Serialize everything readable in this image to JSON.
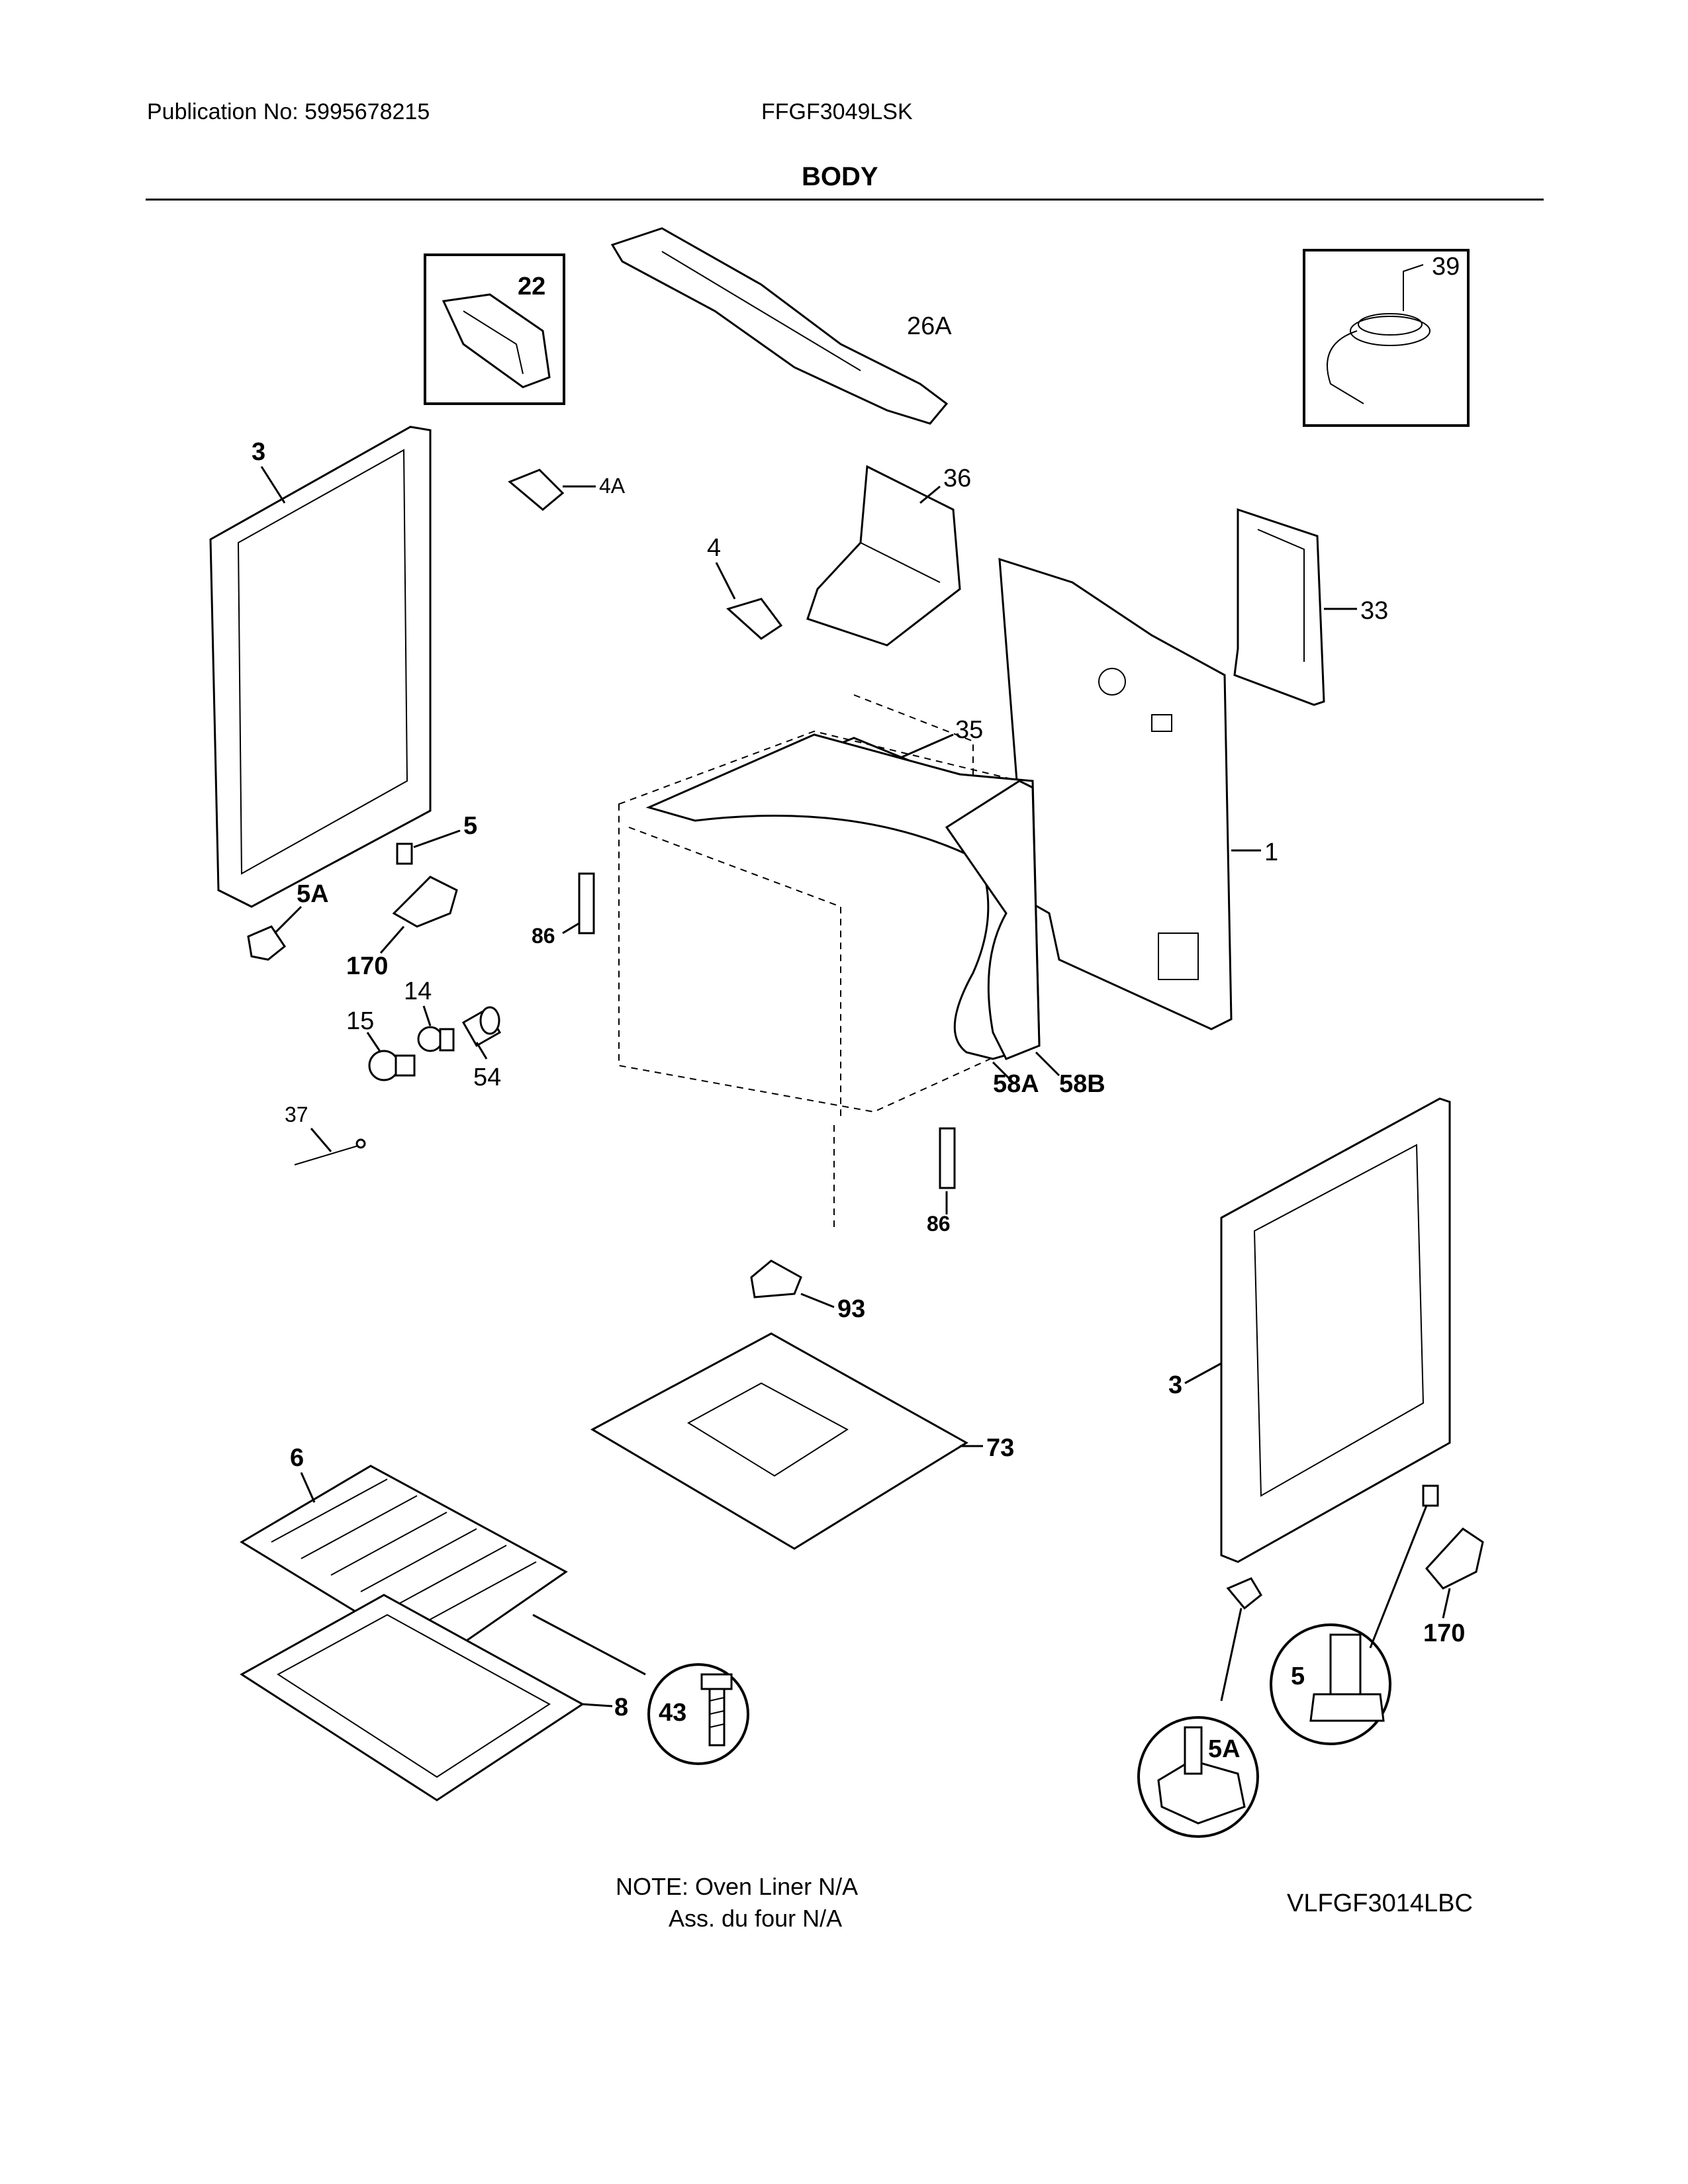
{
  "header": {
    "publication": "Publication No: 5995678215",
    "model": "FFGF3049LSK"
  },
  "title": "BODY",
  "labels": {
    "p22": "22",
    "p26A": "26A",
    "p39": "39",
    "p3_left": "3",
    "p4A": "4A",
    "p36": "36",
    "p4": "4",
    "p33": "33",
    "p35": "35",
    "p1": "1",
    "p5_left": "5",
    "p5A_left": "5A",
    "p170_left": "170",
    "p86_left": "86",
    "p14": "14",
    "p15": "15",
    "p54": "54",
    "p37": "37",
    "p58A": "58A",
    "p58B": "58B",
    "p86_right": "86",
    "p93": "93",
    "p73": "73",
    "p3_right": "3",
    "p6": "6",
    "p43": "43",
    "p8": "8",
    "p170_right": "170",
    "p5_right": "5",
    "p5A_right": "5A"
  },
  "notes": {
    "line1": "NOTE: Oven Liner N/A",
    "line2": "Ass. du four N/A",
    "code": "VLFGF3014LBC"
  }
}
